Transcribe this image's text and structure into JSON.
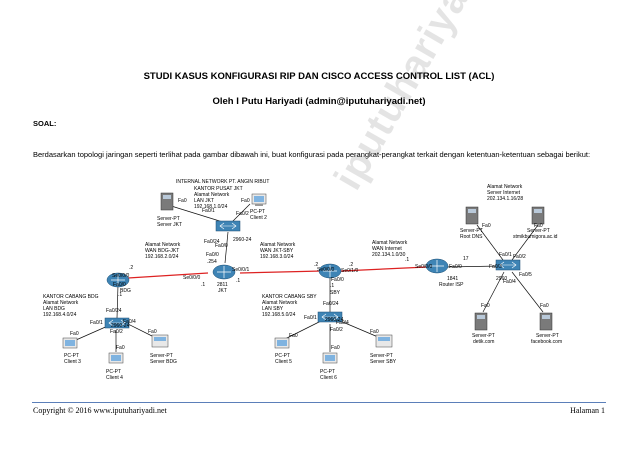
{
  "document": {
    "title": "STUDI KASUS KONFIGURASI RIP DAN CISCO ACCESS CONTROL LIST (ACL)",
    "author": "Oleh I Putu Hariyadi (admin@iputuhariyadi.net)",
    "section_label": "SOAL:",
    "paragraph": "Berdasarkan topologi jaringan seperti terlihat pada gambar dibawah ini, buat konfigurasi pada perangkat-perangkat terkait dengan ketentuan-ketentuan sebagai berikut:",
    "watermark": "iputuhariyadi.net"
  },
  "footer": {
    "left": "Copyright © 2016 www.iputuhariyadi.net",
    "right": "Halaman 1"
  },
  "diagram": {
    "header": "INTERNAL NETWORK PT. ANGIN RIBUT",
    "jkt_office": [
      "KANTOR PUSAT JKT",
      "Alamat Network",
      "LAN JKT",
      "192.168.1.0/24"
    ],
    "bdg_office": [
      "KANTOR CABANG BDG",
      "Alamat Network",
      "LAN BDG",
      "192.168.4.0/24"
    ],
    "sby_office": [
      "KANTOR CABANG SBY",
      "Alamat Network",
      "LAN SBY",
      "192.168.5.0/24"
    ],
    "internet_server": [
      "Alamat Network",
      "Server Internet",
      "202.134.1.16/28"
    ],
    "wan_bdg": [
      "Alamat Network",
      "WAN BDG-JKT",
      "192.168.2.0/24"
    ],
    "wan_sby": [
      "Alamat Network",
      "WAN JKT-SBY",
      "192.168.3.0/24"
    ],
    "wan_internet": [
      "Alamat Network",
      "WAN Internet",
      "202.134.1.0/30"
    ],
    "devices": {
      "server_jkt": [
        "Server-PT",
        "Server JKT"
      ],
      "client2": [
        "PC-PT",
        "Client 2"
      ],
      "switch_jkt": "2960-24",
      "router_jkt": [
        "2811",
        "JKT"
      ],
      "router_bdg": "BDG",
      "switch_bdg": "2960-24",
      "client3": [
        "PC-PT",
        "Client 3"
      ],
      "client4": [
        "PC-PT",
        "Client 4"
      ],
      "server_bdg": [
        "Server-PT",
        "Server BDG"
      ],
      "router_sby": "SBY",
      "switch_sby": "2960-24",
      "client5": [
        "PC-PT",
        "Client 5"
      ],
      "client6": [
        "PC-PT",
        "Client 6"
      ],
      "server_sby": [
        "Server-PT",
        "Server SBY"
      ],
      "router_isp": [
        "1841",
        "Router ISP"
      ],
      "switch_isp": "2960",
      "root_dns": [
        "Server-PT",
        "Root DNS"
      ],
      "stmik": [
        "Server-PT",
        "stmikbumigora.ac.id"
      ],
      "detik": [
        "Server-PT",
        "detik.com"
      ],
      "facebook": [
        "Server-PT",
        "facebook.com"
      ]
    },
    "ports": {
      "fa0": "Fa0",
      "fa01": "Fa0/1",
      "fa02": "Fa0/2",
      "fa03": "Fa0/3",
      "fa04": "Fa0/4",
      "fa05": "Fa0/5",
      "fa00": "Fa0/0",
      "fa024": "Fa0/24",
      "fa11": "Fa1/1",
      "se000": "Se0/0/0",
      "se001": "Se0/0/1",
      "se010": "Se0/1/0"
    },
    "ips": {
      "dot1": ".1",
      "dot2": ".2",
      "dot254": ".254",
      "dot17": "17",
      "dot1b": ".1"
    }
  }
}
